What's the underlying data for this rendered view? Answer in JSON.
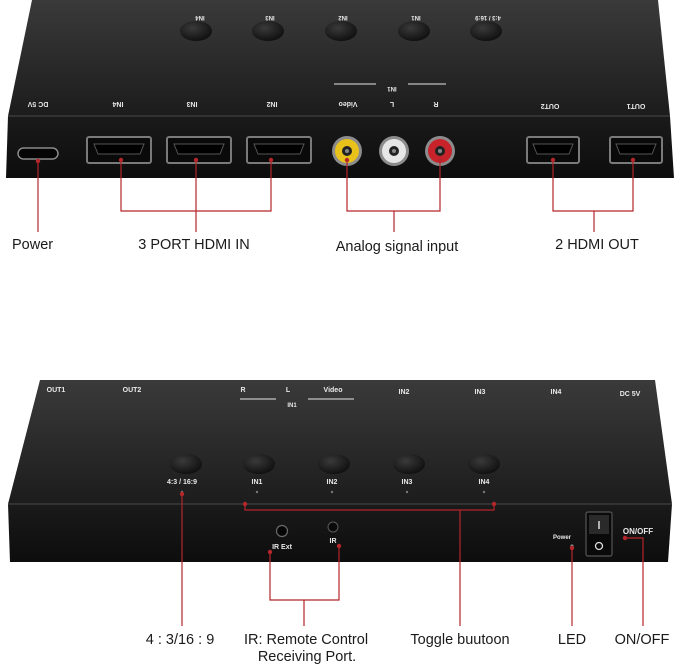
{
  "top_device": {
    "front_buttons": [
      "IN4",
      "IN3",
      "IN2",
      "IN1",
      "4:3 / 16:9"
    ],
    "back_ports": {
      "dc": "DC 5V",
      "in4": "IN4",
      "in3": "IN3",
      "in2": "IN2",
      "in1_group": "IN1",
      "video": "Video",
      "l": "L",
      "r": "R",
      "out2": "OUT2",
      "out1": "OUT1"
    }
  },
  "bottom_device": {
    "top_labels": {
      "out1": "OUT1",
      "out2": "OUT2",
      "r": "R",
      "l": "L",
      "video": "Video",
      "in1_group": "IN1",
      "in2": "IN2",
      "in3": "IN3",
      "in4": "IN4",
      "dc": "DC 5V"
    },
    "buttons": [
      "4:3 / 16:9",
      "IN1",
      "IN2",
      "IN3",
      "IN4"
    ],
    "ir_ext": "IR Ext",
    "ir": "IR",
    "power_led": "Power",
    "switch": "ON/OFF"
  },
  "callouts": {
    "power": "Power",
    "hdmi_in": "3 PORT HDMI IN",
    "analog": "Analog signal input",
    "hdmi_out": "2 HDMI OUT",
    "aspect": "4 : 3/16 : 9",
    "ir_line1": "IR: Remote Control",
    "ir_line2": "Receiving Port.",
    "toggle": "Toggle buutoon",
    "led": "LED",
    "onoff": "ON/OFF"
  },
  "colors": {
    "callout_line": "#b5262b",
    "device_body": "#171717",
    "device_top": "#2a2a2a",
    "rca_yellow": "#e8c21a",
    "rca_white": "#e6e6e6",
    "rca_red": "#c8222a"
  }
}
